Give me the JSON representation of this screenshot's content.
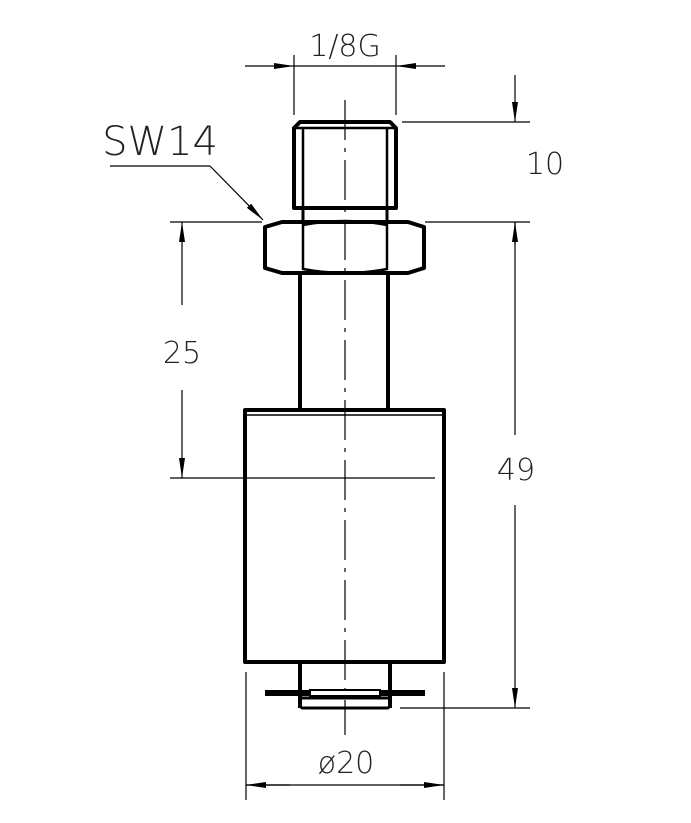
{
  "drawing": {
    "thread_label": "1/8G",
    "wrench_label": "SW14",
    "thread_length_label": "10",
    "stem_length_label": "25",
    "total_length_label": "49",
    "diameter_label": "ø20"
  }
}
